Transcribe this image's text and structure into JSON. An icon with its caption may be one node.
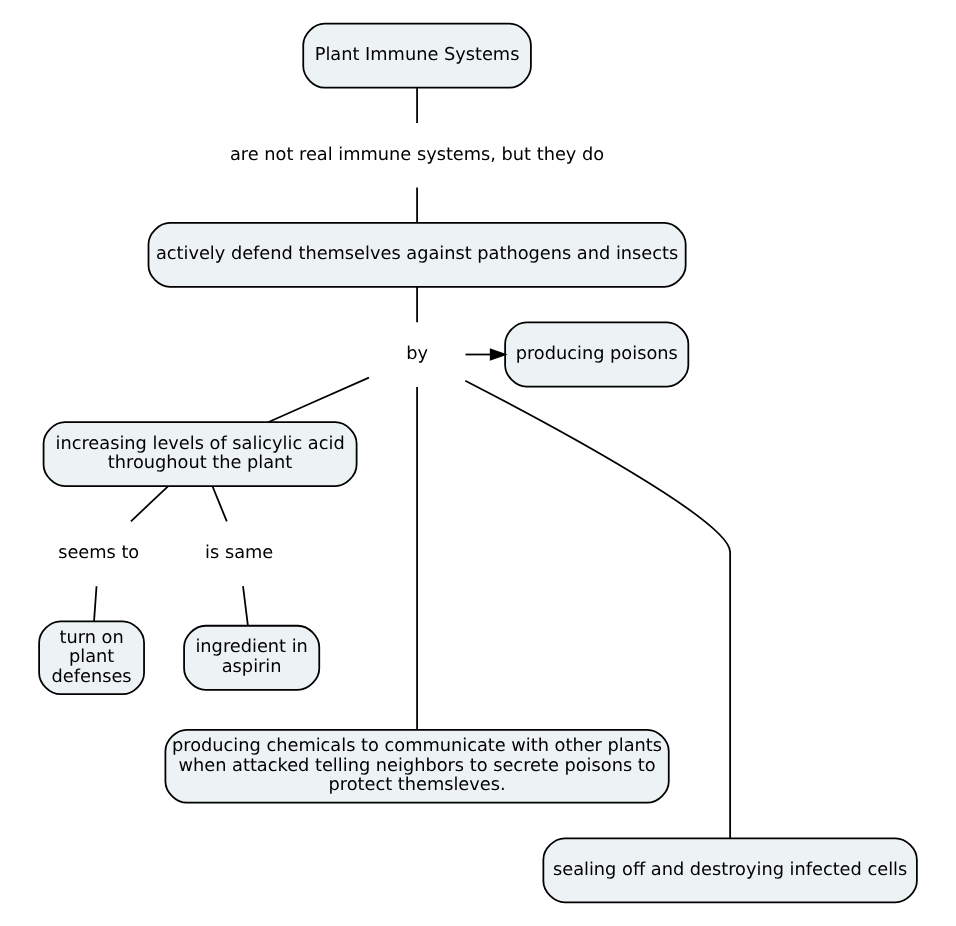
{
  "diagram": {
    "nodes": [
      {
        "text": [
          "Plant Immune Systems"
        ]
      },
      {
        "text": [
          "are not real immune systems, but they do"
        ]
      },
      {
        "text": [
          "actively defend themselves against pathogens and insects"
        ]
      },
      {
        "text": [
          "by"
        ]
      },
      {
        "text": [
          "producing poisons"
        ]
      },
      {
        "text": [
          "increasing levels of salicylic acid throughout the plant"
        ]
      },
      {
        "text": [
          "seems to"
        ]
      },
      {
        "text": [
          "is same"
        ]
      },
      {
        "text": [
          "turn on plant defenses"
        ]
      },
      {
        "text": [
          "ingredient in aspirin"
        ]
      },
      {
        "text": [
          "producing chemicals to communicate with other plants when attacked telling neighbors to secrete poisons to protect themsleves."
        ]
      },
      {
        "text": [
          "sealing off and destroying infected cells"
        ]
      }
    ],
    "edges": [
      {
        "from": 0,
        "to": 1,
        "arrow": "none"
      },
      {
        "from": 1,
        "to": 2,
        "arrow": "none"
      },
      {
        "from": 2,
        "to": 3,
        "arrow": "none"
      },
      {
        "from": 3,
        "to": 4,
        "arrow": "to"
      },
      {
        "from": 3,
        "to": 5,
        "arrow": "none"
      },
      {
        "from": 5,
        "to": 6,
        "arrow": "none"
      },
      {
        "from": 5,
        "to": 7,
        "arrow": "none"
      },
      {
        "from": 6,
        "to": 8,
        "arrow": "none"
      },
      {
        "from": 7,
        "to": 9,
        "arrow": "none"
      },
      {
        "from": 3,
        "to": 10,
        "arrow": "none"
      },
      {
        "from": 3,
        "to": 11,
        "arrow": "none"
      }
    ]
  }
}
